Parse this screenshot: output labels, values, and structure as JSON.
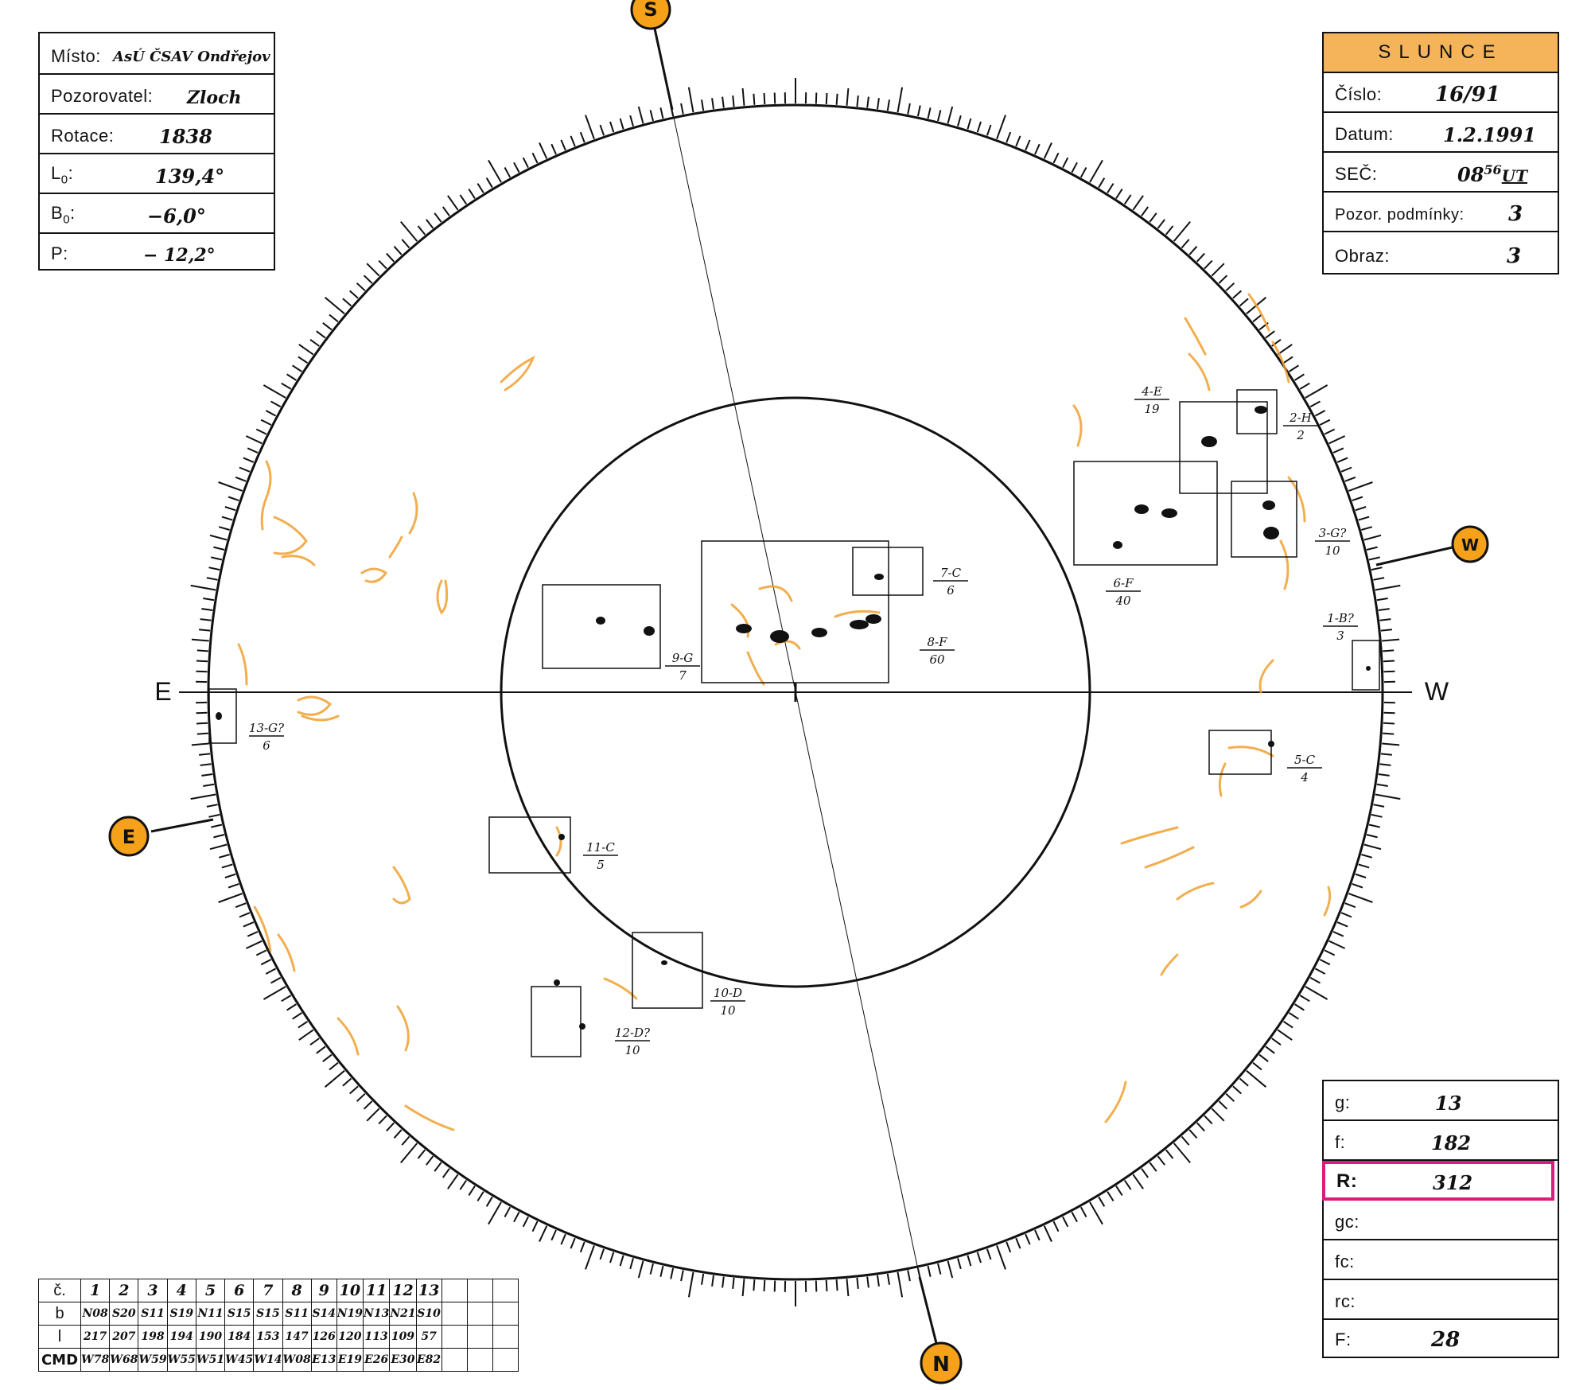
{
  "header_left": {
    "misto_label": "Místo:",
    "misto_value": "AsÚ ČSAV Ondřejov",
    "pozorovatel_label": "Pozorovatel:",
    "pozorovatel_value": "Zloch",
    "rotace_label": "Rotace:",
    "rotace_value": "1838",
    "l0_label": "L",
    "l0_sub": "0",
    "l0_value": "139,4°",
    "b0_label": "B",
    "b0_sub": "0",
    "b0_value": "−6,0°",
    "p_label": "P:",
    "p_value": "− 12,2°"
  },
  "header_right": {
    "title": "SLUNCE",
    "cislo_label": "Číslo:",
    "cislo_value": "16/91",
    "datum_label": "Datum:",
    "datum_value": "1.2.1991",
    "sec_label": "SEČ:",
    "sec_value": "08",
    "sec_sup": "56",
    "sec_unit": "UT",
    "pozor_label": "Pozor. podmínky:",
    "pozor_value": "3",
    "obraz_label": "Obraz:",
    "obraz_value": "3"
  },
  "compass": {
    "top": "S",
    "bottom": "N",
    "west_badge": "W",
    "east_badge": "E",
    "east_label": "E",
    "west_label": "W"
  },
  "colors": {
    "orange": "#f5a21a",
    "faculae": "#f0a030",
    "highlight": "#d81e7a",
    "ink": "#111111",
    "header_fill": "#f5b45a"
  },
  "groups": [
    {
      "id": "1-B?",
      "count": "3"
    },
    {
      "id": "2-H",
      "count": "2"
    },
    {
      "id": "3-G?",
      "count": "10"
    },
    {
      "id": "4-E",
      "count": "19"
    },
    {
      "id": "5-C",
      "count": "4"
    },
    {
      "id": "6-F",
      "count": "40"
    },
    {
      "id": "7-C",
      "count": "6"
    },
    {
      "id": "8-F",
      "count": "60"
    },
    {
      "id": "9-G",
      "count": "7"
    },
    {
      "id": "10-D",
      "count": "10"
    },
    {
      "id": "11-C",
      "count": "5"
    },
    {
      "id": "12-D?",
      "count": "10"
    },
    {
      "id": "13-G?",
      "count": "6"
    }
  ],
  "stats": {
    "g_label": "g:",
    "g_value": "13",
    "f_label": "f:",
    "f_value": "182",
    "r_label": "R:",
    "r_value": "312",
    "gc_label": "gc:",
    "fc_label": "fc:",
    "rc_label": "rc:",
    "F_label": "F:",
    "F_value": "28"
  },
  "table": {
    "row_labels": [
      "č.",
      "b",
      "l",
      "CMD"
    ],
    "numbers": [
      "1",
      "2",
      "3",
      "4",
      "5",
      "6",
      "7",
      "8",
      "9",
      "10",
      "11",
      "12",
      "13"
    ],
    "b": [
      "N08",
      "S20",
      "S11",
      "S19",
      "N11",
      "S15",
      "S15",
      "S11",
      "S14",
      "N19",
      "N13",
      "N21",
      "S10"
    ],
    "l": [
      "217",
      "207",
      "198",
      "194",
      "190",
      "184",
      "153",
      "147",
      "126",
      "120",
      "113",
      "109",
      "57"
    ],
    "cmd": [
      "W78",
      "W68",
      "W59",
      "W55",
      "W51",
      "W45",
      "W14",
      "W08",
      "E13",
      "E19",
      "E26",
      "E30",
      "E82"
    ]
  }
}
